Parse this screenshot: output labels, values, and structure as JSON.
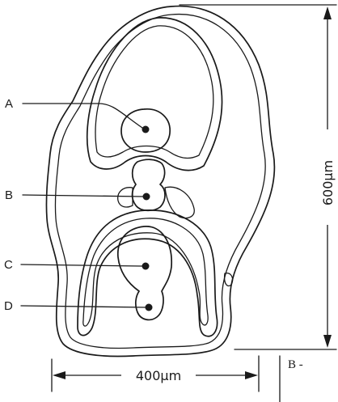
{
  "labels": {
    "a": "A",
    "b": "B",
    "c": "C",
    "d": "D"
  },
  "dimensions": {
    "height": "600μm",
    "width": "400μm"
  },
  "corner_text": "B - ",
  "colors": {
    "ink": "#1a1a1a",
    "background": "#ffffff"
  }
}
